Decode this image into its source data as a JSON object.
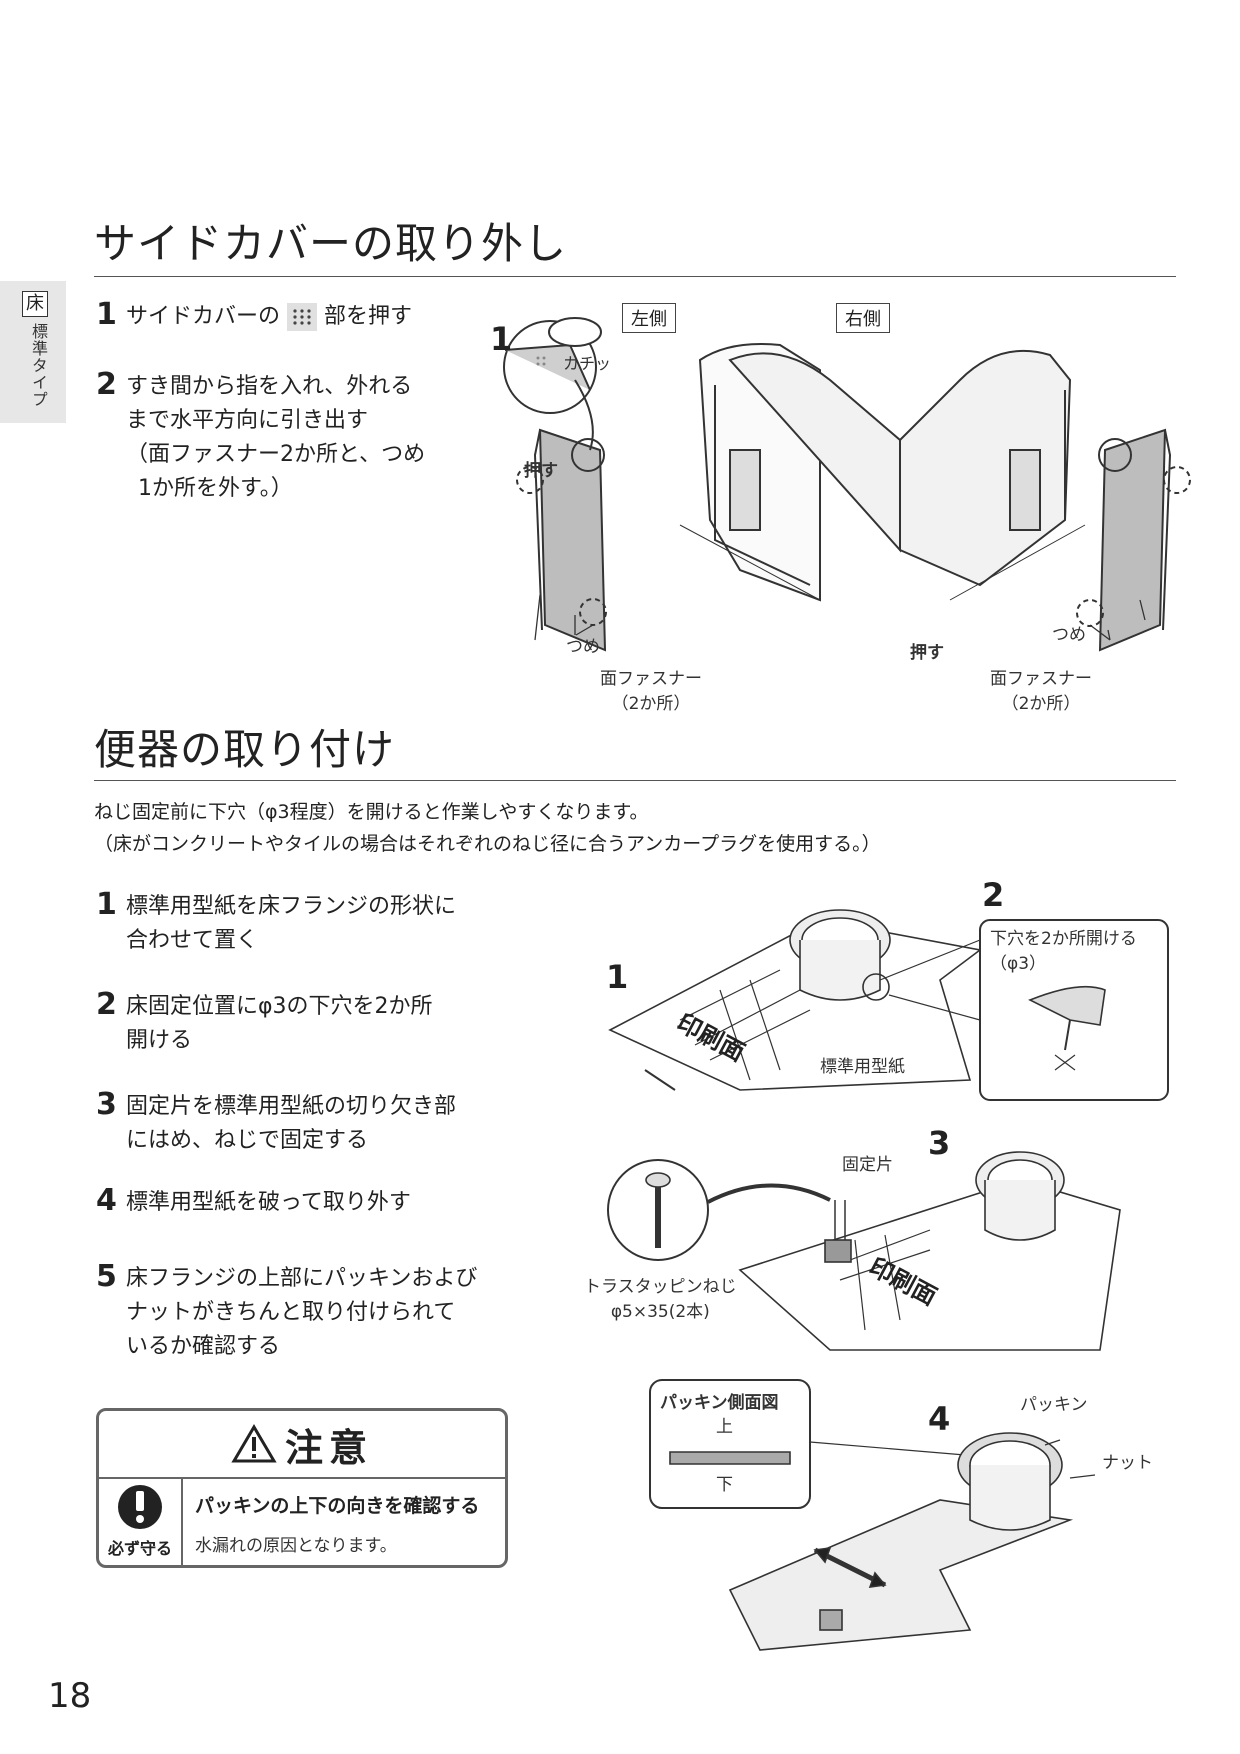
{
  "side_tab": {
    "kanji": "床",
    "label": "標準タイプ"
  },
  "section1": {
    "title": "サイドカバーの取り外し",
    "steps": [
      {
        "num": "1",
        "text_before": "サイドカバーの",
        "text_after": "部を押す"
      },
      {
        "num": "2",
        "lines": [
          "すき間から指を入れ、外れる",
          "まで水平方向に引き出す",
          "（面ファスナー2か所と、つめ",
          "1か所を外す。）"
        ]
      }
    ],
    "figure": {
      "step_label": "1",
      "left_label": "左側",
      "right_label": "右側",
      "click_label": "カチッ",
      "push_label": "押す",
      "claw_label": "つめ",
      "fastener_line1": "面ファスナー",
      "fastener_line2": "（2か所）"
    }
  },
  "section2": {
    "title": "便器の取り付け",
    "notes": [
      "ねじ固定前に下穴（φ3程度）を開けると作業しやすくなります。",
      "（床がコンクリートやタイルの場合はそれぞれのねじ径に合うアンカープラグを使用する。）"
    ],
    "steps": [
      {
        "num": "1",
        "lines": [
          "標準用型紙を床フランジの形状に",
          "合わせて置く"
        ]
      },
      {
        "num": "2",
        "lines": [
          "床固定位置にφ3の下穴を2か所",
          "開ける"
        ]
      },
      {
        "num": "3",
        "lines": [
          "固定片を標準用型紙の切り欠き部",
          "にはめ、ねじで固定する"
        ]
      },
      {
        "num": "4",
        "lines": [
          "標準用型紙を破って取り外す"
        ]
      },
      {
        "num": "5",
        "lines": [
          "床フランジの上部にパッキンおよび",
          "ナットがきちんと取り付けられて",
          "いるか確認する"
        ]
      }
    ],
    "figures": {
      "f1_num": "1",
      "f2_num": "2",
      "f3_num": "3",
      "f4_num": "4",
      "print_side": "印刷面",
      "template_label": "標準用型紙",
      "drill_line1": "下穴を2か所開ける",
      "drill_line2": "（φ3）",
      "fixing_piece": "固定片",
      "screw_line1": "トラスタッピンねじ",
      "screw_line2": "φ5×35(2本)",
      "packing_view_title": "パッキン側面図",
      "packing_top": "上",
      "packing_bottom": "下",
      "packing": "パッキン",
      "nut": "ナット"
    }
  },
  "caution": {
    "title": "注意",
    "must_label": "必ず守る",
    "heading": "パッキンの上下の向きを確認する",
    "body": "水漏れの原因となります。"
  },
  "page_number": "18"
}
